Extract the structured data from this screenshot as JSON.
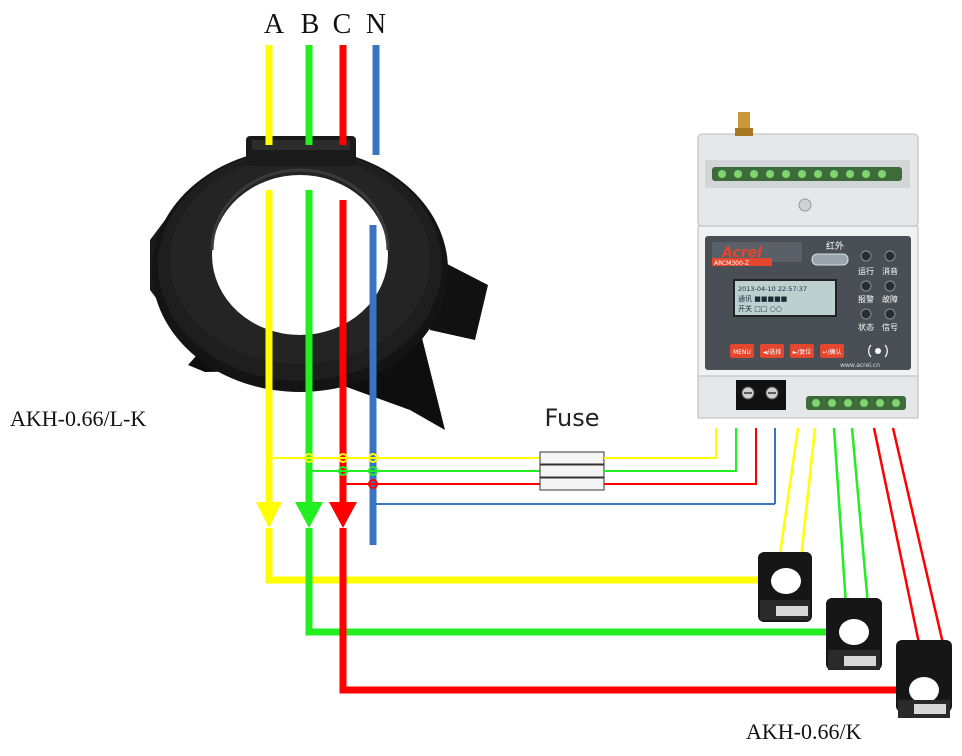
{
  "phases": [
    {
      "label": "A",
      "color": "#ffff00"
    },
    {
      "label": "B",
      "color": "#22ee22"
    },
    {
      "label": "C",
      "color": "#ff0000"
    },
    {
      "label": "N",
      "color": "#3a74c0"
    }
  ],
  "labels": {
    "main_ct": "AKH-0.66/L-K",
    "fuse": "Fuse",
    "small_ct": "AKH-0.66/K"
  },
  "device": {
    "brand": "Acrel",
    "model": "ARCM300-Z",
    "ir_label": "红外",
    "lcd_line1": "2013-04-10  22:57:37",
    "lcd_line2": "通讯 ■■■■■",
    "lcd_line3": "开关 □□ ○○",
    "indicators": [
      "运行",
      "消音",
      "报警",
      "故障",
      "状态",
      "信号"
    ],
    "buttons": [
      "MENU",
      "◄/选择",
      "►/复位",
      "↵/确认"
    ],
    "website": "www.acrel.cn"
  },
  "colors": {
    "device_body": "#e6e7e8",
    "panel_dark": "#4a4f55",
    "button_red": "#e4462e",
    "ct_black": "#161616"
  }
}
